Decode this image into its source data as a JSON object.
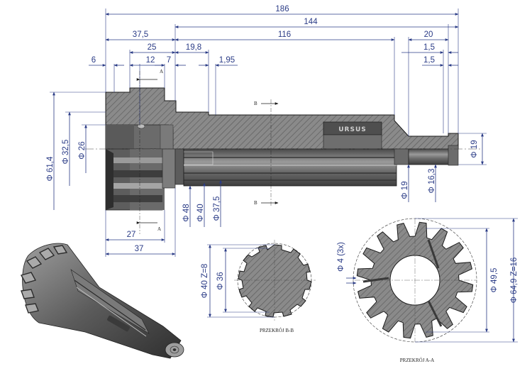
{
  "drawing": {
    "horizontal_dimensions": [
      "186",
      "144",
      "37,5",
      "116",
      "20",
      "25",
      "19,8",
      "1,5",
      "6",
      "12",
      "7",
      "1,95",
      "1,5",
      "27",
      "37"
    ],
    "vertical_dimensions": [
      "Φ 61,4",
      "Φ 32,5",
      "Φ 26",
      "Φ 48",
      "Φ 40",
      "Φ 37,5",
      "Φ 19",
      "Φ 16,3",
      "Φ 19"
    ],
    "section_bb_dimensions": [
      "Φ 40  Z=8",
      "Φ 36"
    ],
    "section_aa_dimensions": [
      "Φ 4  (3x)",
      "Φ 49,5",
      "Φ 64,9  Z=16"
    ],
    "cut_markers": [
      "A",
      "A",
      "B",
      "B"
    ],
    "section_bb_label": "PRZEKRÓJ B-B",
    "section_aa_label": "PRZEKRÓJ A-A",
    "brand_logo_text": "URSUS"
  },
  "colors": {
    "dimension": "#2a3b86",
    "steel": "#8a8a8a",
    "steel_dark": "#4d4d4d",
    "outline": "#1a1a1a"
  }
}
